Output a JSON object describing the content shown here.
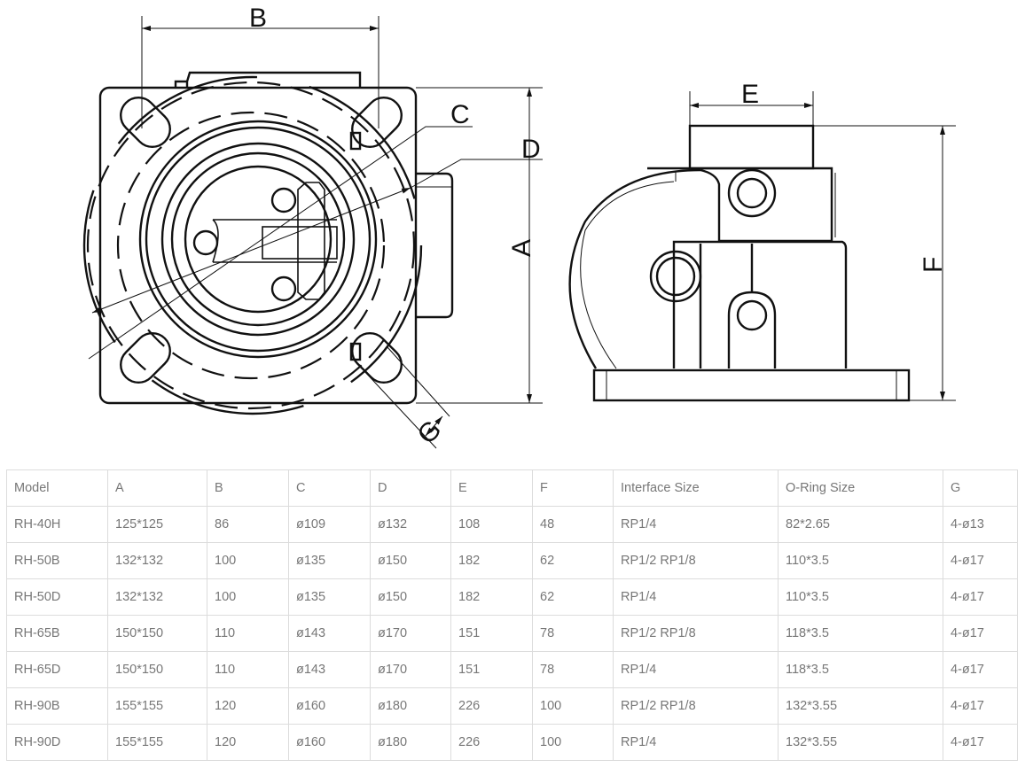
{
  "drawing": {
    "front_view_labels": {
      "B": "B",
      "C": "C",
      "D": "D",
      "A": "A",
      "G": "G"
    },
    "side_view_labels": {
      "E": "E",
      "F": "F"
    }
  },
  "table": {
    "headers": [
      "Model",
      "A",
      "B",
      "C",
      "D",
      "E",
      "F",
      "Interface Size",
      "O-Ring Size",
      "G"
    ],
    "rows": [
      [
        "RH-40H",
        "125*125",
        "86",
        "ø109",
        "ø132",
        "108",
        "48",
        "RP1/4",
        "82*2.65",
        "4-ø13"
      ],
      [
        "RH-50B",
        "132*132",
        "100",
        "ø135",
        "ø150",
        "182",
        "62",
        "RP1/2 RP1/8",
        "110*3.5",
        "4-ø17"
      ],
      [
        "RH-50D",
        "132*132",
        "100",
        "ø135",
        "ø150",
        "182",
        "62",
        "RP1/4",
        "110*3.5",
        "4-ø17"
      ],
      [
        "RH-65B",
        "150*150",
        "110",
        "ø143",
        "ø170",
        "151",
        "78",
        "RP1/2 RP1/8",
        "118*3.5",
        "4-ø17"
      ],
      [
        "RH-65D",
        "150*150",
        "110",
        "ø143",
        "ø170",
        "151",
        "78",
        "RP1/4",
        "118*3.5",
        "4-ø17"
      ],
      [
        "RH-90B",
        "155*155",
        "120",
        "ø160",
        "ø180",
        "226",
        "100",
        "RP1/2 RP1/8",
        "132*3.55",
        "4-ø17"
      ],
      [
        "RH-90D",
        "155*155",
        "120",
        "ø160",
        "ø180",
        "226",
        "100",
        "RP1/4",
        "132*3.55",
        "4-ø17"
      ]
    ]
  }
}
